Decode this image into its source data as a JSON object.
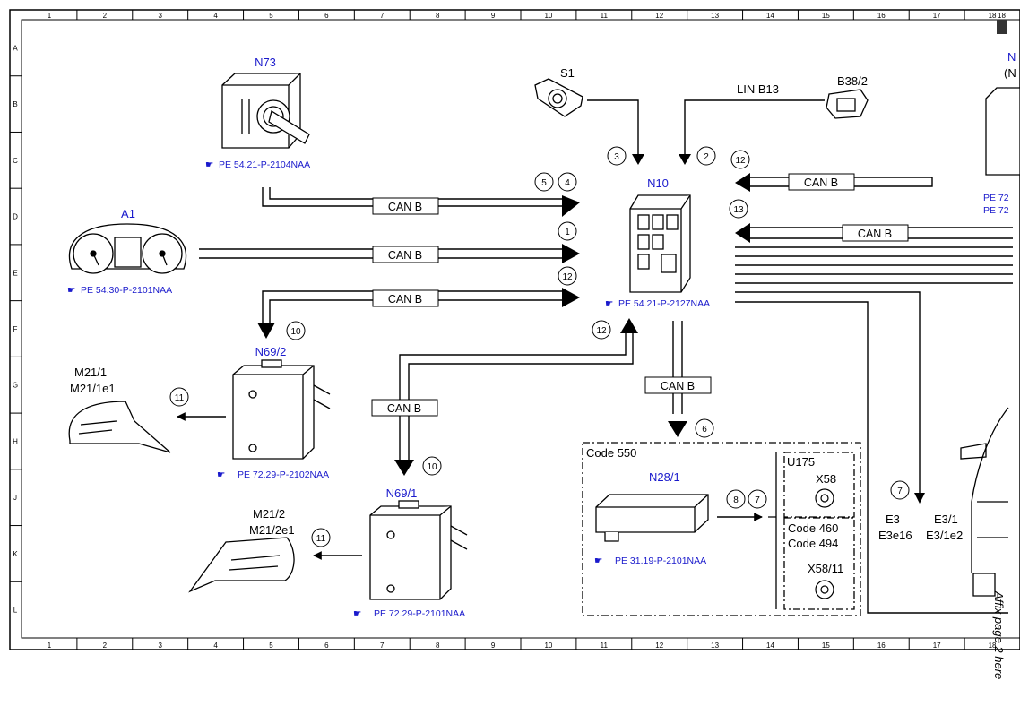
{
  "grid": {
    "columns": [
      "1",
      "2",
      "3",
      "4",
      "5",
      "6",
      "7",
      "8",
      "9",
      "10",
      "11",
      "12",
      "13",
      "14",
      "15",
      "16",
      "17",
      "18"
    ],
    "rows": [
      "A",
      "B",
      "C",
      "D",
      "E",
      "F",
      "G",
      "H",
      "J",
      "K",
      "L"
    ]
  },
  "components": {
    "n73": {
      "name": "N73",
      "ref": "PE 54.21-P-2104NAA"
    },
    "a1": {
      "name": "A1",
      "ref": "PE 54.30-P-2101NAA"
    },
    "n10": {
      "name": "N10",
      "ref": "PE 54.21-P-2127NAA"
    },
    "s1": {
      "name": "S1"
    },
    "b38": {
      "name": "B38/2"
    },
    "n69_2": {
      "name": "N69/2",
      "ref": "PE 72.29-P-2102NAA"
    },
    "n69_1": {
      "name": "N69/1",
      "ref": "PE 72.29-P-2101NAA"
    },
    "m21_1": {
      "line1": "M21/1",
      "line2": "M21/1e1"
    },
    "m21_2": {
      "line1": "M21/2",
      "line2": "M21/2e1"
    },
    "n28": {
      "name": "N28/1",
      "ref": "PE 31.19-P-2101NAA"
    },
    "u175": {
      "name": "U175"
    },
    "x58": {
      "name": "X58"
    },
    "x58_11": {
      "name": "X58/11"
    },
    "code_550": "Code 550",
    "code_460": "Code 460",
    "code_494": "Code 494",
    "e3": {
      "line1": "E3",
      "line2": "E3e16"
    },
    "e3_1": {
      "line1": "E3/1",
      "line2": "E3/1e2"
    },
    "right_cut": {
      "name": "N",
      "paren": "(N",
      "ref1": "PE 72",
      "ref2": "PE 72"
    }
  },
  "bus": {
    "can_b": "CAN B",
    "lin_b13": "LIN B13"
  },
  "callouts": {
    "c1": "1",
    "c2": "2",
    "c3": "3",
    "c4": "4",
    "c5": "5",
    "c6": "6",
    "c7": "7",
    "c8": "8",
    "c10": "10",
    "c11": "11",
    "c12": "12",
    "c13": "13"
  },
  "side_note": "Affix page 2 here",
  "corner_mark": "18"
}
